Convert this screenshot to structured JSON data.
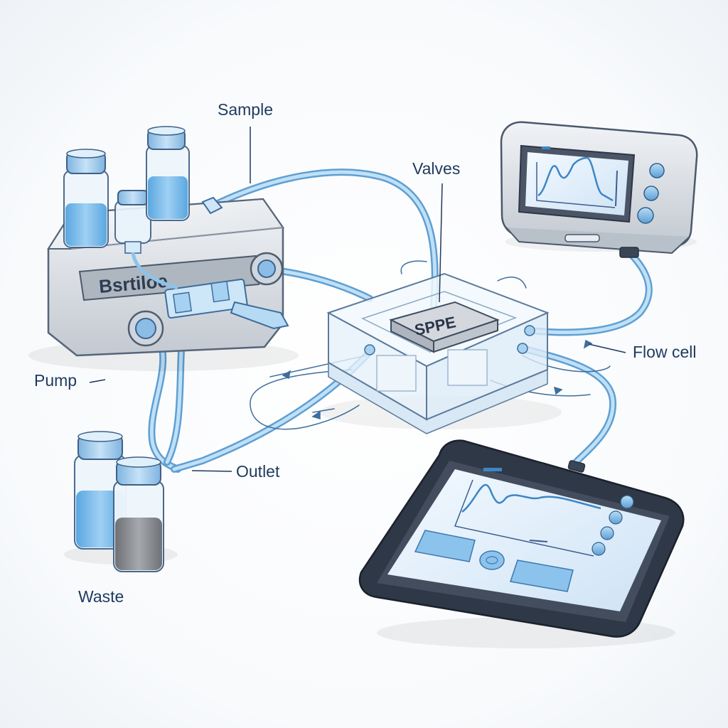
{
  "labels": {
    "sample": "Sample",
    "valves": "Valves",
    "flow_cell": "Flow cell",
    "pump": "Pump",
    "outlet": "Outlet",
    "waste": "Waste"
  },
  "devices": {
    "pump_display": "Bsrtiloe",
    "cartridge_label": "SPPE"
  },
  "colors": {
    "tubing": "#8cc3ea",
    "liquid": "#6fb6e8",
    "waste_liquid": "#8a8d92",
    "outline": "#33435a",
    "label_text": "#1f3a5f"
  }
}
